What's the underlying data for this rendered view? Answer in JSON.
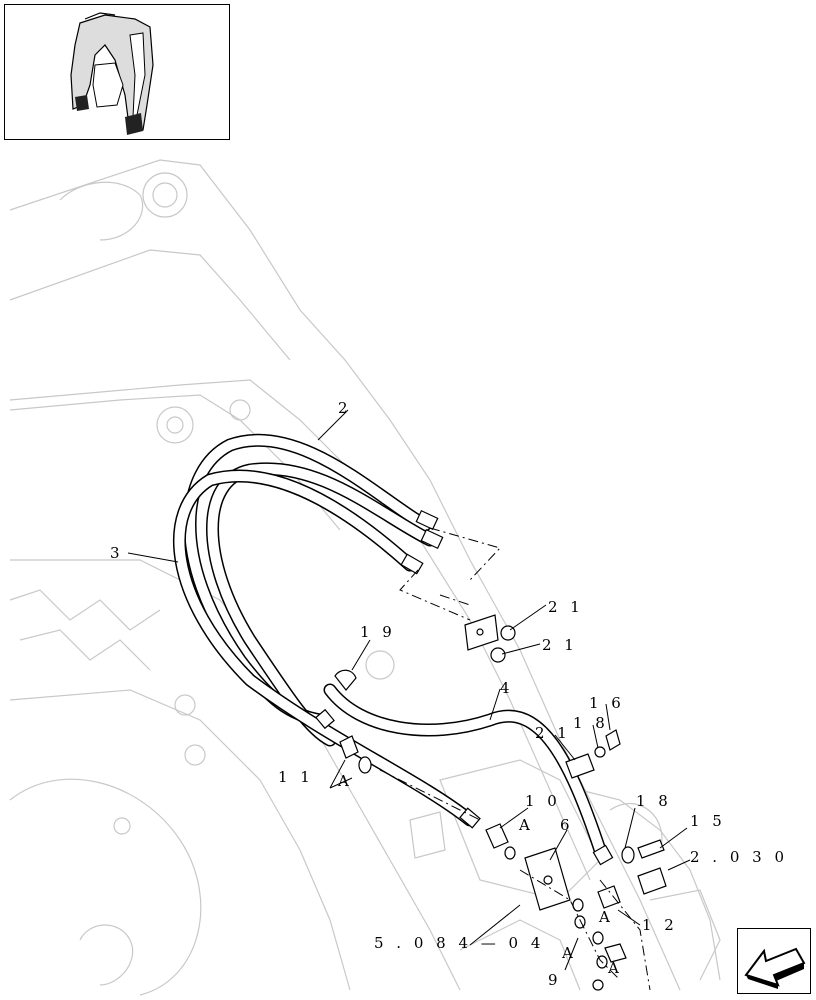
{
  "callouts": {
    "c2": "2",
    "c3": "3",
    "c4": "4",
    "c6": "6",
    "c9": "9",
    "c10": "1 0",
    "c11": "1 1",
    "c12": "1 2",
    "c15": "1 5",
    "c16": "1 6",
    "c18a": "1 8",
    "c18b": "1 8",
    "c19": "1 9",
    "c21a": "2 1",
    "c21b": "2 1",
    "c21c": "2 1",
    "ref_2030": "2 . 0 3 0",
    "ref_5084": "5 . 0 8 4 — 0 4",
    "a1": "A",
    "a2": "A",
    "a3": "A",
    "a4": "A",
    "a5": "A"
  },
  "icons": {
    "thumbnail": "excavator-boom-thumbnail",
    "nav": "previous-page-arrow-icon"
  }
}
